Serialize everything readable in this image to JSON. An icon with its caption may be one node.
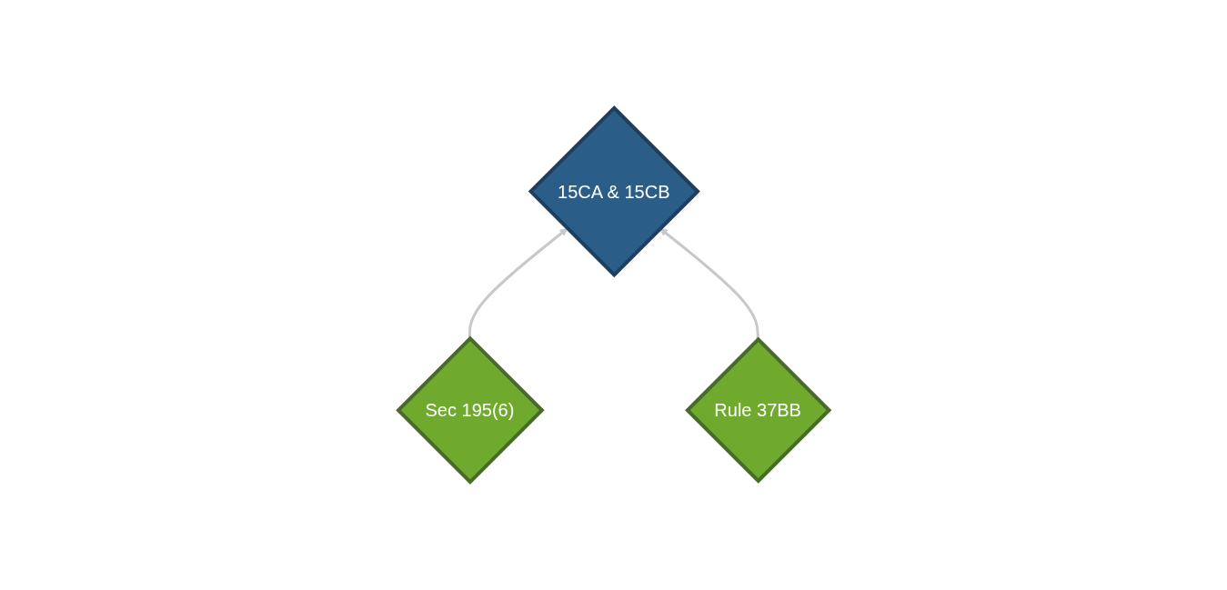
{
  "diagram": {
    "nodes": [
      {
        "text": [
          "15CA & 15CB"
        ]
      },
      {
        "text": [
          "Sec 195(6)"
        ]
      },
      {
        "text": [
          "Rule 37BB"
        ]
      }
    ],
    "edges": [
      {
        "from": 1,
        "to": 0,
        "arrow": "to"
      },
      {
        "from": 2,
        "to": 0,
        "arrow": "to"
      }
    ]
  }
}
